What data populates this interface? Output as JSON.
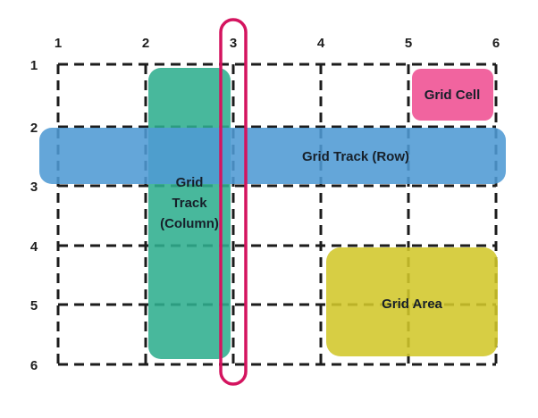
{
  "diagram": {
    "column_numbers": [
      "1",
      "2",
      "3",
      "4",
      "5",
      "6"
    ],
    "row_numbers": [
      "1",
      "2",
      "3",
      "4",
      "5",
      "6"
    ],
    "labels": {
      "grid_cell": "Grid Cell",
      "grid_track_row": "Grid Track (Row)",
      "grid_track_column": [
        "Grid",
        "Track",
        "(Column)"
      ],
      "grid_area": "Grid Area"
    },
    "colors": {
      "grid_line": "#1c1c1c",
      "track_column_fill": "#2fae8e",
      "track_row_fill": "#4f9ad4",
      "cell_fill": "#ef4f92",
      "area_fill": "#d2c72a",
      "highlight_stroke": "#d4145f"
    }
  }
}
